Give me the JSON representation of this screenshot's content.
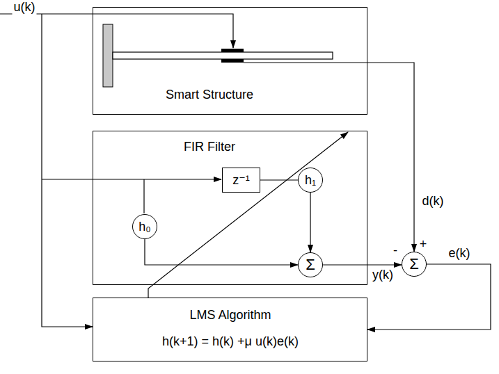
{
  "diagram": {
    "nodes": [
      {
        "text": [
          "Smart Structure"
        ]
      },
      {
        "text": [
          "FIR Filter"
        ]
      },
      {
        "text": [
          "z⁻¹"
        ],
        "in": 1
      },
      {
        "text": [
          "h₁"
        ],
        "in": 1
      },
      {
        "text": [
          "h₀"
        ],
        "in": 1
      },
      {
        "text": [
          "Σ"
        ],
        "in": 1
      },
      {
        "text": [
          "Σ"
        ]
      },
      {
        "text": [
          "LMS Algorithm",
          "h(k+1) = h(k) +μ u(k)e(k)"
        ]
      }
    ],
    "edges": [
      {
        "from": 2,
        "to": 3,
        "arrow": "none"
      },
      {
        "from": 3,
        "to": 5,
        "arrow": "to"
      },
      {
        "from": 4,
        "to": 5,
        "arrow": "to"
      },
      {
        "from": 5,
        "to": 6,
        "arrow": "to",
        "label": "y(k)"
      },
      {
        "from": 0,
        "to": 6,
        "arrow": "to",
        "label": "d(k)"
      },
      {
        "from": 6,
        "to": 7,
        "arrow": "to",
        "label": "e(k)"
      }
    ],
    "labels": [
      "u(k)",
      "-",
      "+"
    ]
  }
}
